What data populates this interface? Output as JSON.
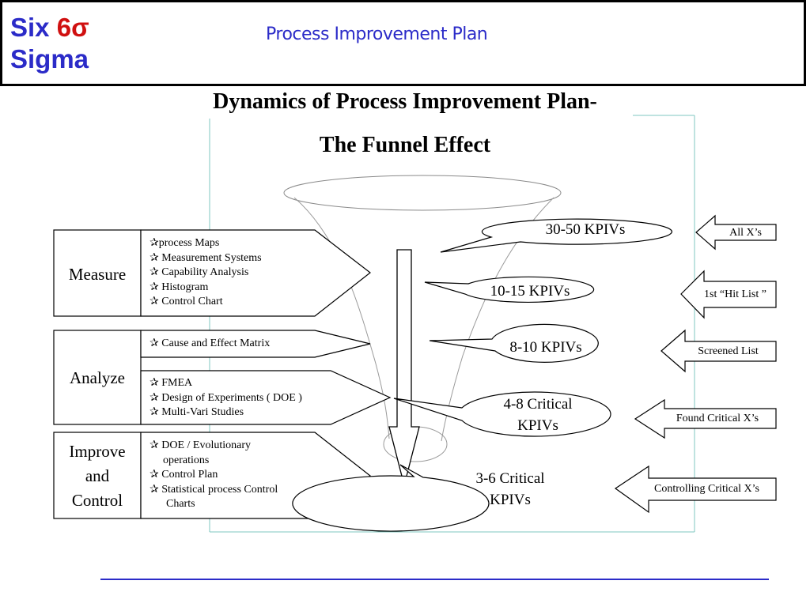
{
  "header": {
    "logo_word1": "Six",
    "logo_symbol": "6σ",
    "logo_word2": "Sigma",
    "title": "Process Improvement Plan"
  },
  "main_title": {
    "line1": "Dynamics of Process Improvement Plan-",
    "line2": "The Funnel Effect"
  },
  "stages": [
    {
      "label": "Measure",
      "tools": [
        "✰process Maps",
        "✰ Measurement Systems",
        "✰ Capability Analysis",
        "✰ Histogram",
        "✰ Control Chart"
      ]
    },
    {
      "label": "Analyze",
      "tool_groups": [
        [
          "✰ Cause and Effect Matrix"
        ],
        [
          "✰ FMEA",
          "✰ Design of Experiments ( DOE )",
          "✰ Multi-Vari Studies"
        ]
      ]
    },
    {
      "label_lines": [
        "Improve",
        "and",
        "Control"
      ],
      "tools": [
        "✰ DOE / Evolutionary",
        "operations",
        "✰ Control Plan",
        "✰ Statistical process Control",
        "Charts"
      ]
    }
  ],
  "kpivs": [
    "30-50 KPIVs",
    "10-15 KPIVs",
    "8-10 KPIVs",
    "4-8 Critical KPIVs",
    "3-6 Critical KPIVs"
  ],
  "kpiv_lines": [
    [
      "30-50 KPIVs"
    ],
    [
      "10-15 KPIVs"
    ],
    [
      "8-10 KPIVs"
    ],
    [
      "4-8 Critical",
      "KPIVs"
    ],
    [
      "3-6 Critical",
      "KPIVs"
    ]
  ],
  "x_labels": [
    "All X’s",
    "1st “Hit List ”",
    "Screened List",
    "Found Critical X’s",
    "Controlling Critical X’s"
  ],
  "colors": {
    "accent_blue": "#2b2bc8",
    "accent_red": "#d01010",
    "frame_teal": "#7fc7c0"
  }
}
